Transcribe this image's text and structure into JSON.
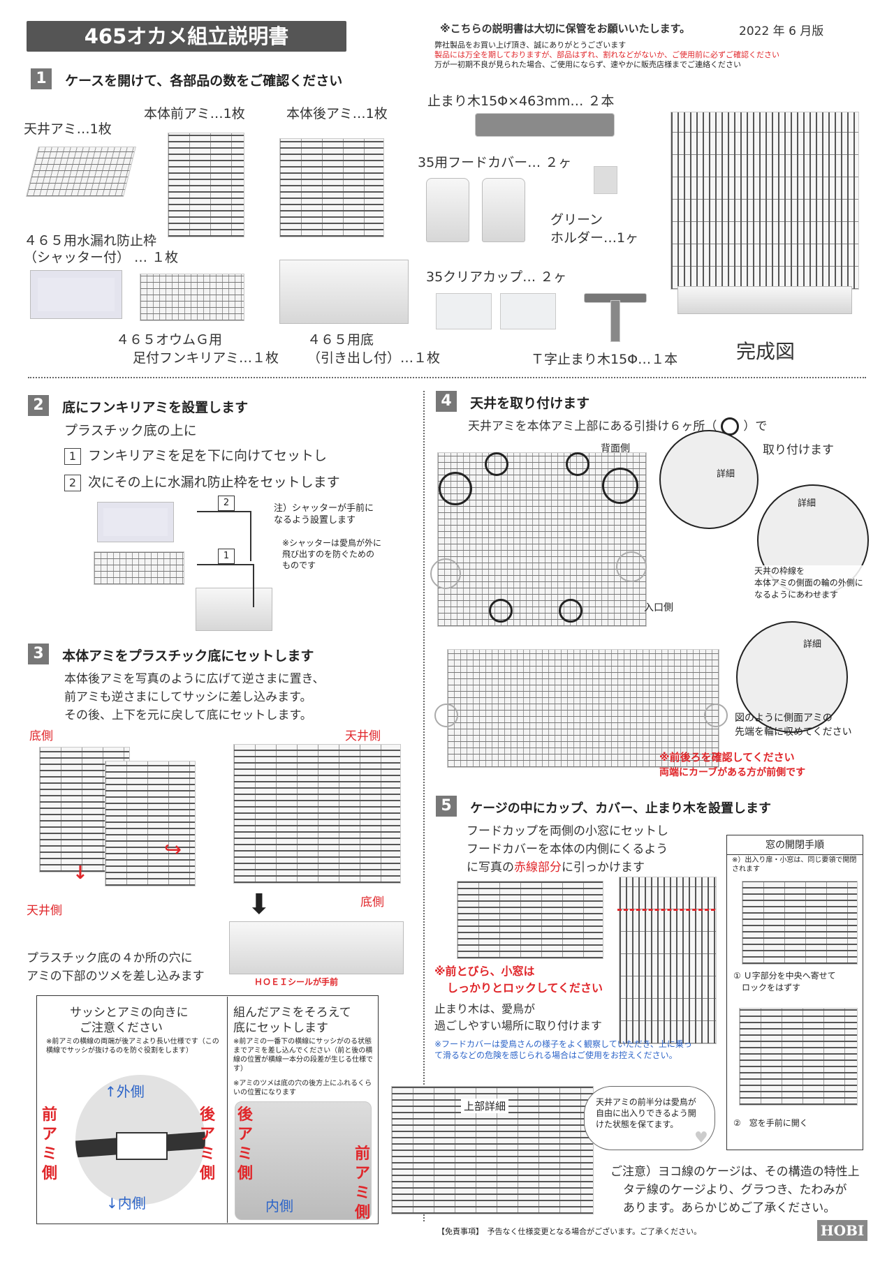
{
  "header": {
    "title": "465オカメ組立説明書",
    "keep_note": "※こちらの説明書は大切に保管をお願いいたします。",
    "edition": "2022 年 6 月版",
    "thanks": "弊社製品をお買い上げ頂き、誠にありがとうございます",
    "check_note": "製品には万全を期しておりますが、部品はずれ、割れなどがないか、ご使用前に必ずご確認ください",
    "defect_note": "万が一初期不良が見られた場合、ご使用にならず、速やかに販売店様までご連絡ください"
  },
  "step1": {
    "num": "1",
    "heading": "ケースを開けて、各部品の数をご確認ください",
    "parts": {
      "roof": "天井アミ…1枚",
      "front": "本体前アミ…1枚",
      "back": "本体後アミ…1枚",
      "perch": "止まり木15Φ×463mm… ２本",
      "hood": "35用フードカバー… ２ヶ",
      "holder_1": "グリーン",
      "holder_2": "ホルダー…1ヶ",
      "frame_1": "４６５用水漏れ防止枠",
      "frame_2": "（シャッター付） … １枚",
      "grill_1": "４６５オウムＧ用",
      "grill_2": "足付フンキリアミ…１枚",
      "base_1": "４６５用底",
      "base_2": "（引き出し付）…１枚",
      "cup": "35クリアカップ… ２ヶ",
      "tperch": "Ｔ字止まり木15Φ…１本",
      "complete": "完成図"
    }
  },
  "step2": {
    "num": "2",
    "heading": "底にフンキリアミを設置します",
    "sub": "プラスチック底の上に",
    "items": [
      {
        "n": "1",
        "text": "フンキリアミを足を下に向けてセットし"
      },
      {
        "n": "2",
        "text": "次にその上に水漏れ防止枠をセットします"
      }
    ],
    "note1": "注）シャッターが手前に\nなるよう設置します",
    "note2": "※シャッターは愛鳥が外に\n飛び出すのを防ぐための\nものです",
    "mark1": "1",
    "mark2": "2"
  },
  "step3": {
    "num": "3",
    "heading": "本体アミをプラスチック底にセットします",
    "line1": "本体後アミを写真のように広げて逆さまに置き、",
    "line2": "前アミも逆さまにしてサッシに差し込みます。",
    "line3": "その後、上下を元に戻して底にセットします。",
    "bottom_side_a": "底側",
    "roof_side_a": "天井側",
    "roof_side_b": "天井側",
    "bottom_side_b": "底側",
    "insert_1": "プラスチック底の４か所の穴に",
    "insert_2": "アミの下部のツメを差し込みます",
    "sticker": "ＨＯＥＩシールが手前"
  },
  "caution_box": {
    "left_title_1": "サッシとアミの向きに",
    "left_title_2": "ご注意ください",
    "left_note": "※前アミの横線の両端が後アミより長い仕様です（この横線でサッシが抜けるのを防ぐ役割をします）",
    "outside": "↑外側",
    "inside": "↓内側",
    "front_net": "前アミ側",
    "back_net": "後アミ側",
    "right_title_1": "組んだアミをそろえて",
    "right_title_2": "底にセットします",
    "right_note1": "※前アミの一番下の横線にサッシがのる状態までアミを差し込んでください（前と後の横線の位置が横線一本分の段差が生じる仕様です）",
    "right_note2": "※アミのツメは底の穴の後方上にふれるくらいの位置になります",
    "back_net_v": "後アミ側",
    "front_net_v": "前アミ側",
    "inside2": "内側"
  },
  "step4": {
    "num": "4",
    "heading": "天井を取り付けます",
    "desc_1": "天井アミを本体アミ上部にある引掛け６ヶ所（",
    "desc_2": "）で",
    "desc_3": "取り付けます",
    "back_side": "背面側",
    "detail": "詳細",
    "entrance": "入口側",
    "roof_note": "天井の枠線を\n本体アミの側面の輪の外側に\nなるようにあわせます",
    "side_note_1": "図のように側面アミの",
    "side_note_2": "先端を輪に収めてください",
    "warn_1": "※前後ろを確認してください",
    "warn_2": "両端にカーブがある方が前側です"
  },
  "step5": {
    "num": "5",
    "heading": "ケージの中にカップ、カバー、止まり木を設置します",
    "line1": "フードカップを両側の小窓にセットし",
    "line2": "フードカバーを本体の内側にくるよう",
    "line3a": "に写真の",
    "line3b": "赤線部分",
    "line3c": "に引っかけます",
    "lock_1": "※前とびら、小窓は",
    "lock_2": "しっかりとロックしてください",
    "perch_1": "止まり木は、愛鳥が",
    "perch_2": "過ごしやすい場所に取り付けます",
    "hood_note": "※フードカバーは愛鳥さんの様子をよく観察していただき、上に乗って滑るなどの危険を感じられる場合はご使用をお控えください。",
    "window_title": "窓の開閉手順",
    "window_note": "※）出入り扉・小窓は、同じ要領で開閉されます",
    "window_step1": "① Ｕ字部分を中央へ寄せて\n　ロックをはずす",
    "window_step2": "②　窓を手前に開く",
    "upper_detail": "上部詳細",
    "bubble": "天井アミの前半分は愛鳥が自由に出入りできるよう開けた状態を保てます。",
    "caution_1": "ご注意）ヨコ線のケージは、その構造の特性上",
    "caution_2": "タテ線のケージより、グラつき、たわみが",
    "caution_3": "あります。あらかじめご了承ください。"
  },
  "footer": {
    "disclaimer": "【免責事項】　予告なく仕様変更となる場合がございます。ご了承ください。",
    "brand": "HOBI"
  }
}
